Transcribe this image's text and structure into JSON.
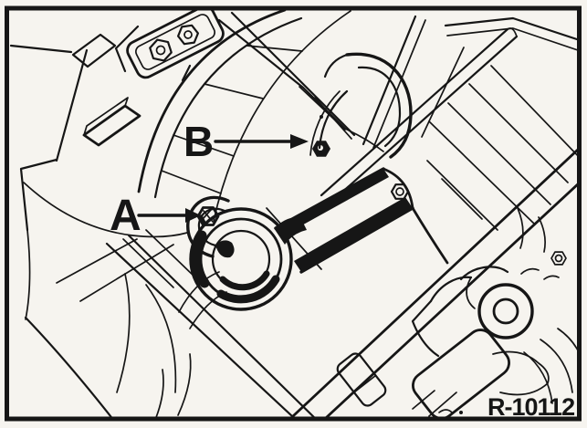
{
  "figure": {
    "kind": "workshop-manual-line-illustration",
    "reference_code": "R-10112",
    "callouts": [
      {
        "id": "a",
        "label": "A"
      },
      {
        "id": "b",
        "label": "B"
      }
    ]
  },
  "colors": {
    "paper": "#f6f4ef",
    "ink": "#161616"
  }
}
